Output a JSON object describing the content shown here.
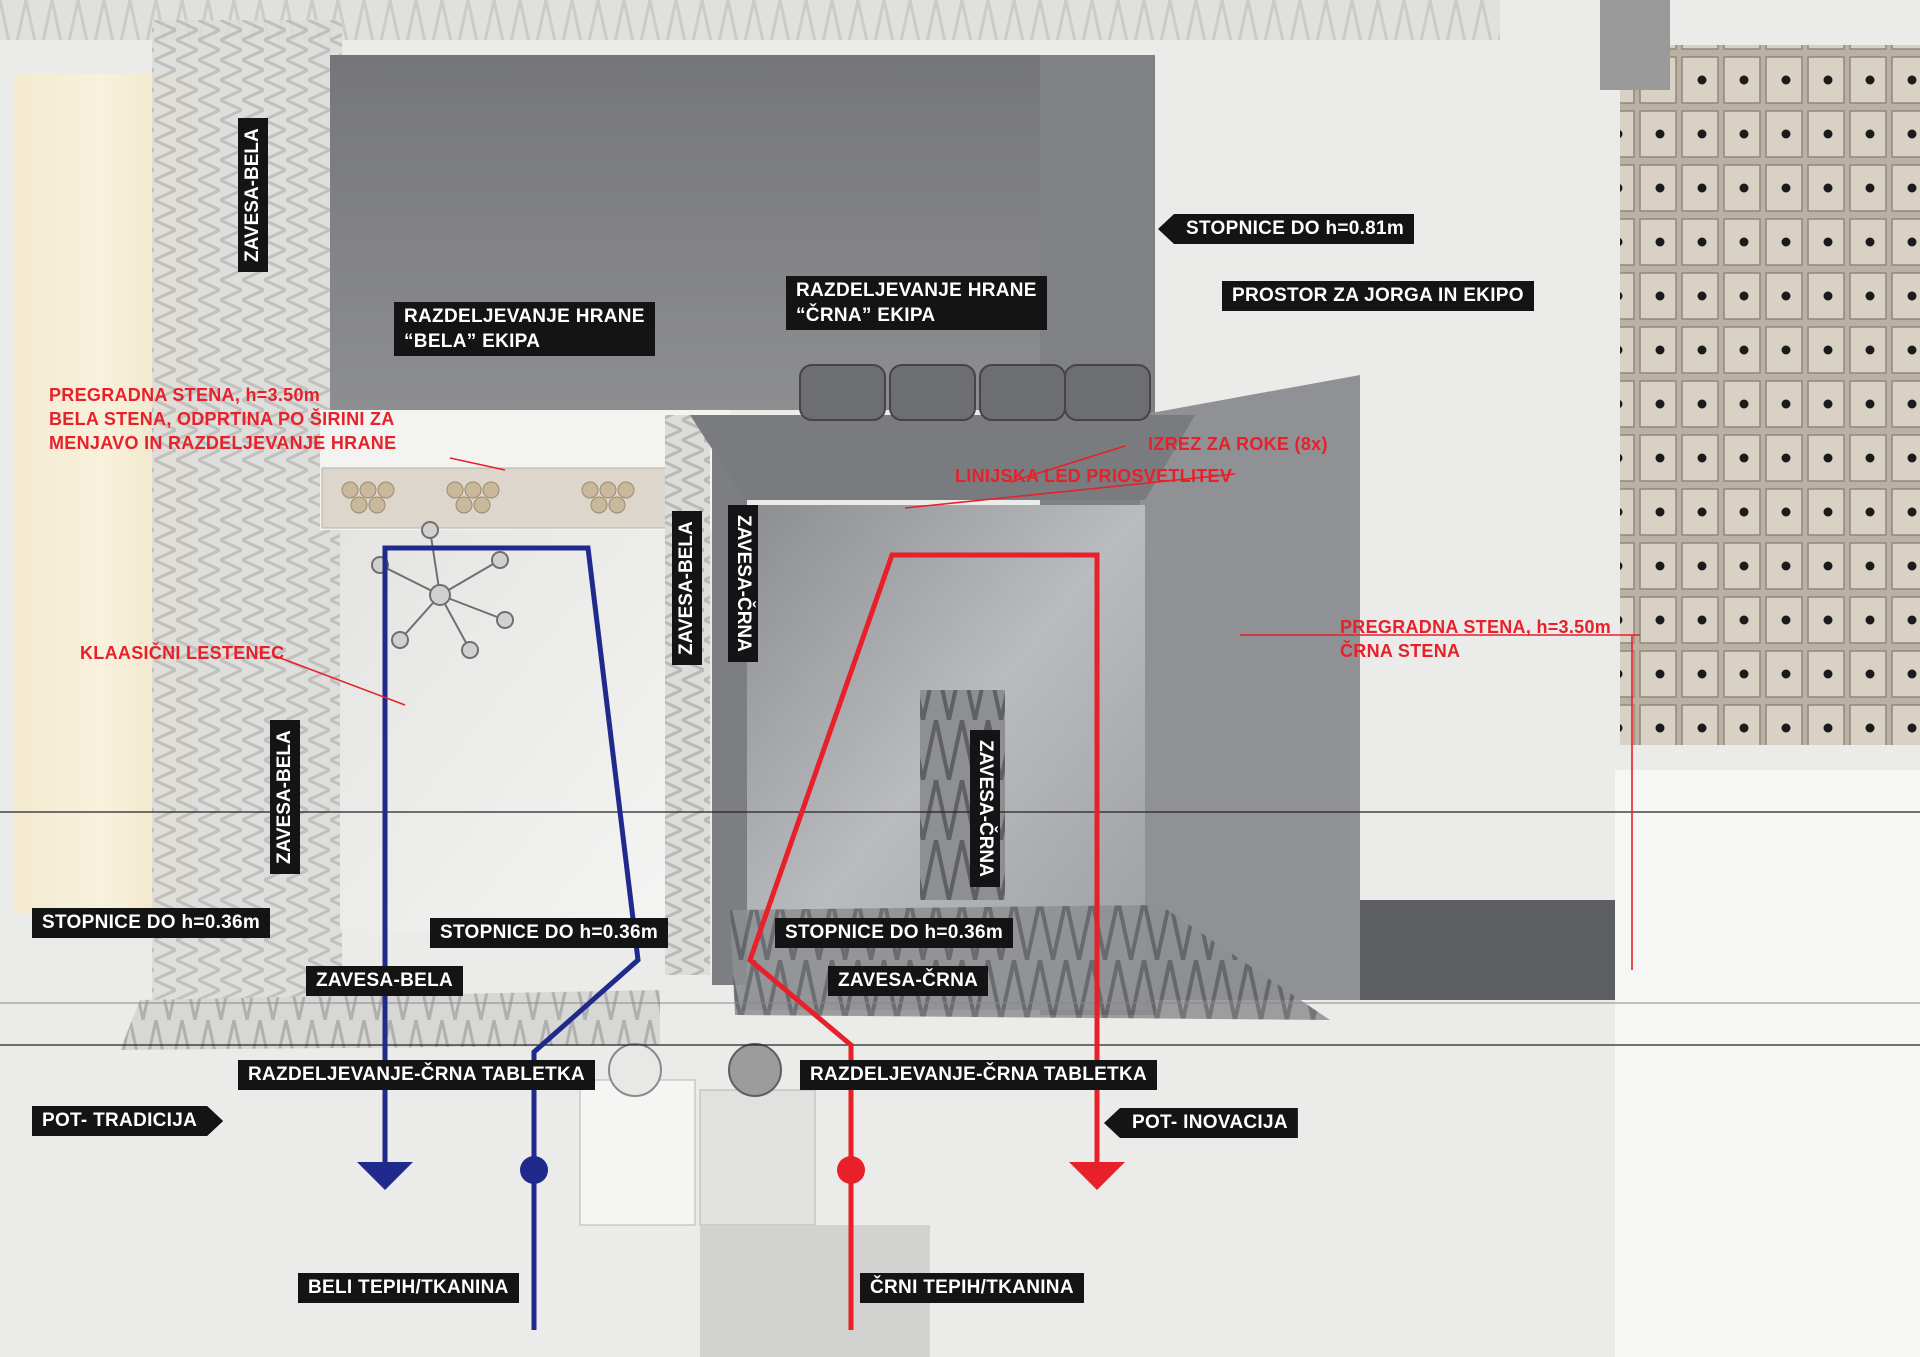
{
  "colors": {
    "accent_blue": "#1f2a8c",
    "accent_red": "#e8202a",
    "label_bg": "#141414",
    "label_text": "#ffffff"
  },
  "labels": {
    "zavesa_bela_top": "ZAVESA-BELA",
    "zavesa_bela_left": "ZAVESA-BELA",
    "zavesa_bela_mid": "ZAVESA-BELA",
    "zavesa_crna_mid": "ZAVESA-ČRNA",
    "zavesa_crna_right": "ZAVESA-ČRNA",
    "zavesa_bela_bottom": "ZAVESA-BELA",
    "zavesa_crna_bottom": "ZAVESA-ČRNA",
    "razdeljevanje_bela_line1": "RAZDELJEVANJE HRANE",
    "razdeljevanje_bela_line2": "“BELA” EKIPA",
    "razdeljevanje_crna_line1": "RAZDELJEVANJE HRANE",
    "razdeljevanje_crna_line2": "“ČRNA” EKIPA",
    "stopnice_081": "STOPNICE DO h=0.81m",
    "prostor_jorga": "PROSTOR ZA JORGA IN EKIPO",
    "stopnice_036_left": "STOPNICE DO h=0.36m",
    "stopnice_036_center": "STOPNICE DO h=0.36m",
    "stopnice_036_right": "STOPNICE DO h=0.36m",
    "tabletka_left": "RAZDELJEVANJE-ČRNA TABLETKA",
    "tabletka_right": "RAZDELJEVANJE-ČRNA TABLETKA",
    "pot_tradicija": "POT- TRADICIJA",
    "pot_inovacija": "POT- INOVACIJA",
    "beli_tepih": "BELI TEPIH/TKANINA",
    "crni_tepih": "ČRNI TEPIH/TKANINA"
  },
  "annotations": {
    "pregradna_bela_line1": "PREGRADNA STENA, h=3.50m",
    "pregradna_bela_line2": "BELA STENA, ODPRTINA PO ŠIRINI ZA",
    "pregradna_bela_line3": "MENJAVO IN RAZDELJEVANJE HRANE",
    "klasicni_lestenec": "KLAASIČNI LESTENEC",
    "izrez_za_roke": "IZREZ ZA ROKE (8x)",
    "linijska_led": "LINIJSKA LED PRIOSVETLITEV",
    "pregradna_crna_line1": "PREGRADNA STENA, h=3.50m",
    "pregradna_crna_line2": "ČRNA STENA"
  }
}
